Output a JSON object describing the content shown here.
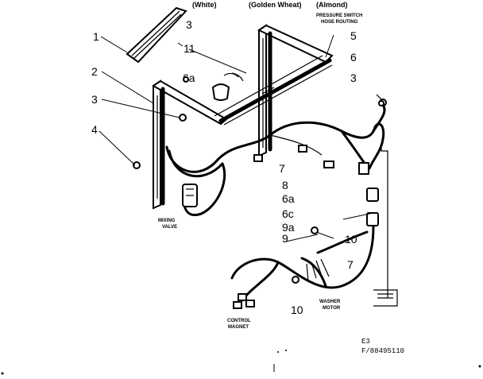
{
  "header": {
    "white": "(White)",
    "golden_wheat": "(Golden Wheat)",
    "almond": "(Almond)",
    "pressure_switch_1": "PRESSURE SWITCH",
    "pressure_switch_2": "HOSE ROUTING"
  },
  "callouts": {
    "c1": "1",
    "c2": "2",
    "c3_left": "3",
    "c4": "4",
    "c3_top": "3",
    "c11": "11",
    "c5": "5",
    "c6_right": "6",
    "c3_right": "3",
    "c6a_top": "6a",
    "c7_mid": "7",
    "c8": "8",
    "c6a_mid": "6a",
    "c6c": "6c",
    "c9a": "9a",
    "c9": "9",
    "c10_right": "10",
    "c7_lower": "7",
    "c10_bottom": "10"
  },
  "notes": {
    "mixing_valve_1": "MIXING",
    "mixing_valve_2": "VALVE",
    "control_magnet_1": "CONTROL",
    "control_magnet_2": "MAGNET",
    "washer_motor_1": "WASHER",
    "washer_motor_2": "MOTOR"
  },
  "figure_ref": {
    "line1": "E3",
    "line2": "F/88495110"
  }
}
